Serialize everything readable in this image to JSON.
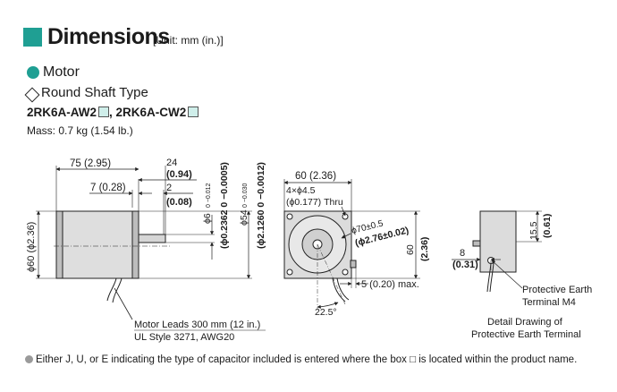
{
  "header": {
    "title": "Dimensions",
    "unit": "[Unit: mm (in.)]"
  },
  "section": {
    "title": "Motor",
    "subtitle": "Round Shaft Type"
  },
  "products": [
    "2RK6A-AW2",
    "2RK6A-CW2"
  ],
  "products_sep": ",",
  "mass": "Mass: 0.7 kg (1.54 lb.)",
  "side_view": {
    "d75": "75 (2.95)",
    "d24": "24",
    "d24_in": "(0.94)",
    "d7": "7 (0.28)",
    "d2": "2",
    "d2_in": "(0.08)",
    "d60": "ϕ60 (ϕ2.36)",
    "shaft_a": "ϕ6",
    "shaft_a_tol": "0 −0.012",
    "shaft_a_in": "(ϕ0.2362 0 −0.0005)",
    "pilot_a": "ϕ54",
    "pilot_a_tol": "0 −0.030",
    "pilot_a_in": "(ϕ2.1260 0 −0.0012)",
    "leads_1": "Motor Leads 300 mm (12 in.)",
    "leads_2": "UL Style 3271, AWG20"
  },
  "front_view": {
    "d60": "60 (2.36)",
    "holes_1": "4×ϕ4.5",
    "holes_2": "(ϕ0.177) Thru",
    "pcd_1": "ϕ70±0.5",
    "pcd_2": "(ϕ2.76±0.02)",
    "height": "60",
    "height_in": "(2.36)",
    "angle": "22.5°",
    "d5": "5 (0.20) max."
  },
  "detail_view": {
    "d15": "15.5",
    "d15_in": "(0.61)",
    "d8": "8",
    "d8_in": "(0.31)",
    "pe_1": "Protective Earth",
    "pe_2": "Terminal M4",
    "caption_1": "Detail Drawing of",
    "caption_2": "Protective Earth Terminal"
  },
  "footnote": "Either J, U, or E indicating the type of capacitor included is entered where the box □ is located within the product name.",
  "colors": {
    "accent": "#1f9f93",
    "box_fill": "#cfeeea",
    "motor_fill": "#d8d8d8"
  }
}
